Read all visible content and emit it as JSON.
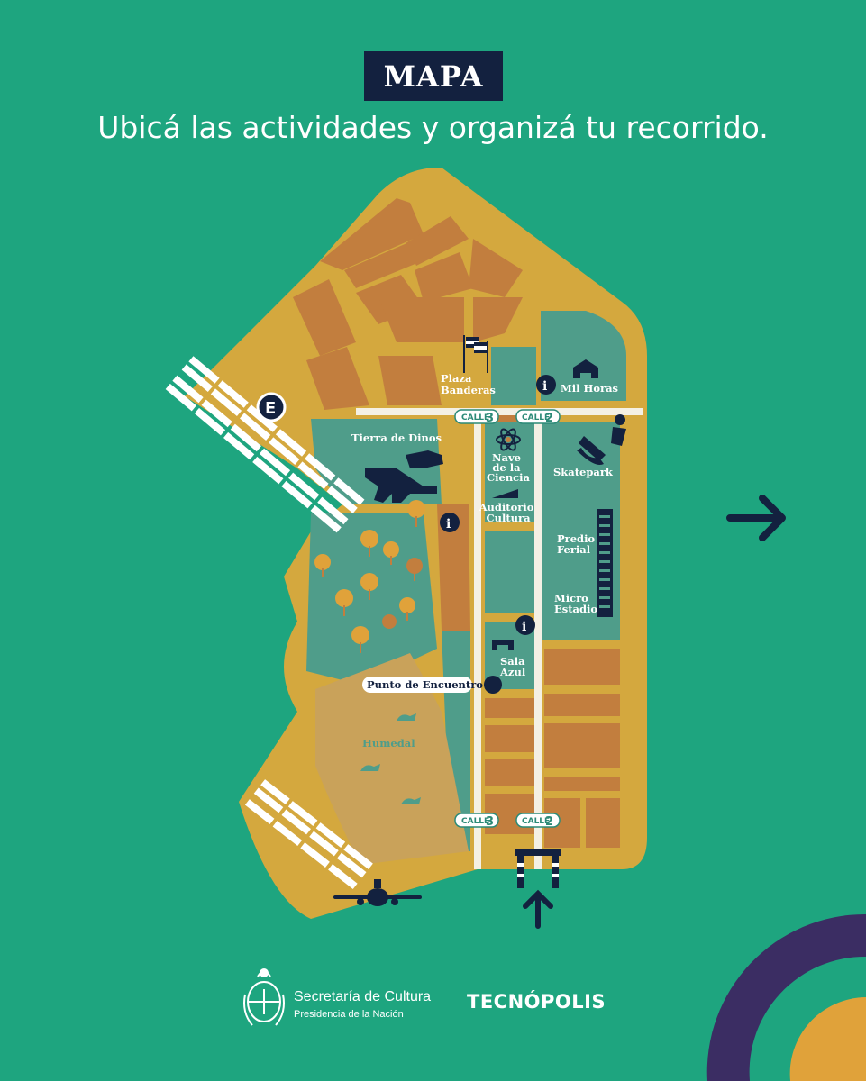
{
  "header": {
    "title": "MAPA",
    "subtitle": "Ubicá las actividades y organizá tu recorrido."
  },
  "map": {
    "places": {
      "plaza_banderas": [
        "Plaza",
        "Banderas"
      ],
      "mil_horas": "Mil Horas",
      "tierra_de_dinos": "Tierra de Dinos",
      "nave_de_la_ciencia": [
        "Nave",
        "de la",
        "Ciencia"
      ],
      "auditorio_cultura": [
        "Auditorio",
        "Cultura"
      ],
      "skatepark": "Skatepark",
      "predio_ferial": [
        "Predio",
        "Ferial"
      ],
      "micro_estadio": [
        "Micro",
        "Estadio"
      ],
      "sala_azul": [
        "Sala",
        "Azul"
      ],
      "punto_de_encuentro": "Punto de Encuentro",
      "humedal": "Humedal"
    },
    "streets": {
      "calle_prefix": "CALLE",
      "calle3_num": "3",
      "calle2_num": "2"
    },
    "parking_letter": "E",
    "info_letter": "i"
  },
  "footer": {
    "secretaria": "Secretaría de Cultura",
    "presidencia": "Presidencia de la Nación",
    "tecnopolis": "TECNÓPOLIS"
  },
  "colors": {
    "background": "#1ea57f",
    "navy": "#13213f",
    "mustard": "#d4a83e",
    "terracotta": "#c27e3e",
    "teal_block": "#4f9d8a",
    "purple": "#3b2d63",
    "orange": "#e0a23a"
  }
}
